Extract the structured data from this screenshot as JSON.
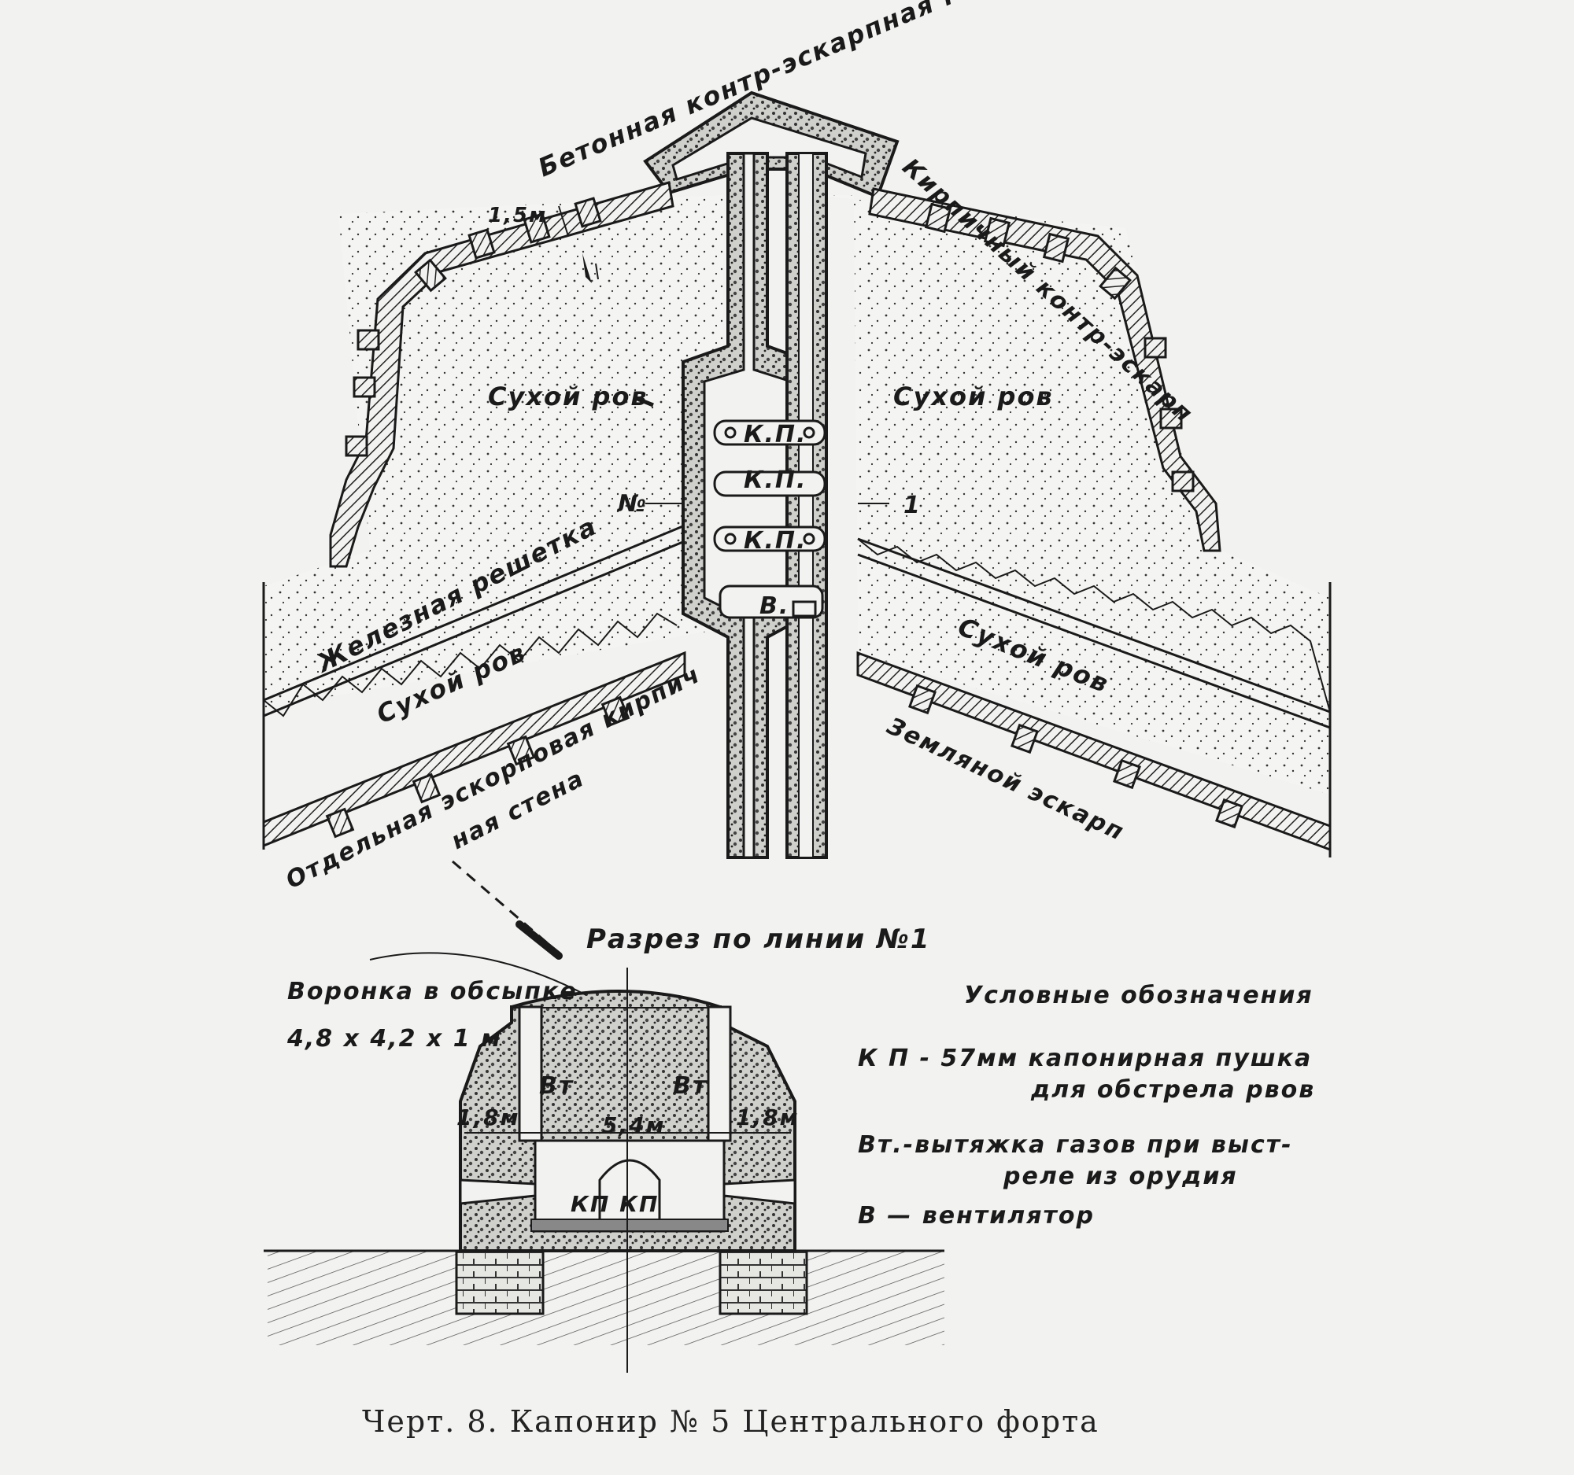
{
  "labels": {
    "concrete_gallery": "Бетонная контр-эскарпная галерея",
    "brick_counterscarp": "Кирпичный контр-эскарп",
    "thickness": "1,5м",
    "dry_moat": "Сухой ров",
    "iron_grille": "Железная решетка",
    "separate_wall_1": "Отдельная эскорповая кирпич",
    "separate_wall_2": "ная стена",
    "earth_escarp": "Земляной эскарп",
    "kp": "К.П.",
    "no": "№",
    "one": "1",
    "v": "В."
  },
  "section": {
    "title": "Разрез по линии №1",
    "crater_1": "Воронка в обсыпке",
    "crater_2": "4,8 х 4,2 х 1 м",
    "vt": "Вт",
    "dim_left": "1,8м",
    "dim_mid": "5,4м",
    "dim_right": "1,8м",
    "kp_pair": "КП КП"
  },
  "legend": {
    "title": "Условные обозначения",
    "kp_line1": "К П - 57мм капонирная пушка",
    "kp_line2": "для обстрела рвов",
    "vt_line1": "Вт.-вытяжка газов при выст-",
    "vt_line2": "реле из орудия",
    "v_line": "В — вентилятор"
  },
  "caption": "Черт. 8. Капонир № 5 Центрального форта",
  "colors": {
    "ink": "#1a1a1a",
    "paper": "#f2f2f0"
  }
}
